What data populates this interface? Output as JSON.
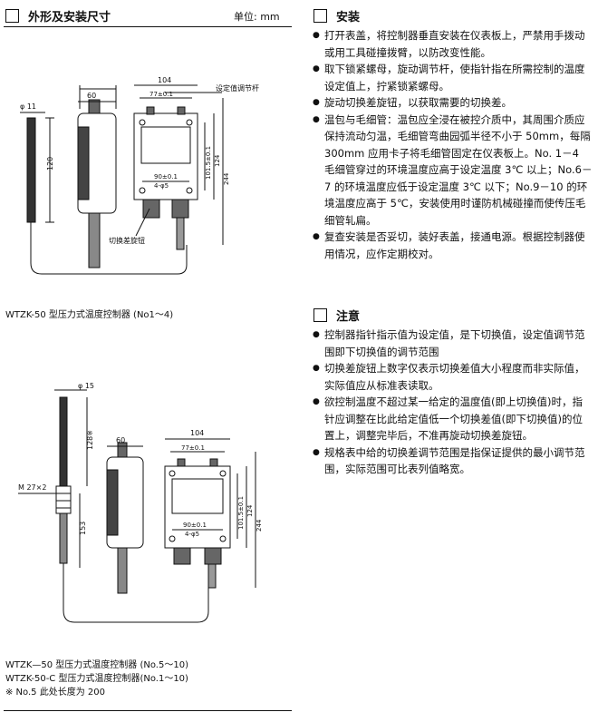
{
  "left": {
    "title": "外形及安装尺寸",
    "unit": "单位: mm",
    "fig1": {
      "caption": "WTZK-50 型压力式温度控制器 (No1～4)",
      "labels": {
        "phi": "φ 11",
        "bulb_len": "120",
        "w104": "104",
        "w60": "60",
        "w77": "77±0.1",
        "setting_rod": "设定值调节杆",
        "h1015": "101.5±0.1",
        "h124": "124",
        "h244": "244",
        "w90": "90±0.1",
        "holes": "4-φ5",
        "knob": "切换差旋钮"
      }
    },
    "fig2": {
      "caption_lines": [
        "WTZK—50 型压力式温度控制器 (No.5～10)",
        "WTZK-50-C 型压力式温度控制器(No.1～10)",
        "※ No.5 此处长度为 200"
      ],
      "labels": {
        "phi": "φ 15",
        "bulb_len": "128※",
        "thread": "M 27×2",
        "h153": "153",
        "w104": "104",
        "w60": "60",
        "w77": "77±0.1",
        "h1015": "101.5±0.1",
        "h124": "124",
        "h244": "244",
        "w90": "90±0.1",
        "holes": "4-φ5"
      }
    }
  },
  "right": {
    "install": {
      "title": "安装",
      "items": [
        "打开表盖，将控制器垂直安装在仪表板上，严禁用手拨动或用工具碰撞拨臂，以防改变性能。",
        "取下锁紧螺母，旋动调节杆，使指针指在所需控制的温度设定值上，拧紧锁紧螺母。",
        "旋动切换差旋钮，以获取需要的切换差。",
        "温包与毛细管：温包应全浸在被控介质中，其周围介质应保持流动匀温，毛细管弯曲园弧半径不小于 50mm，每隔 300mm 应用卡子将毛细管固定在仪表板上。No. 1－4 毛细管穿过的环境温度应高于设定温度 3℃ 以上；No.6－7 的环境温度应低于设定温度 3℃ 以下；No.9－10 的环境温度应高于 5℃，安装使用时谨防机械碰撞而使传压毛细管轧扁。",
        "复查安装是否妥切，装好表盖，接通电源。根据控制器使用情况，应作定期校对。"
      ]
    },
    "notes": {
      "title": "注意",
      "items": [
        "控制器指针指示值为设定值，是下切换值，设定值调节范围即下切换值的调节范围",
        "切换差旋钮上数字仅表示切换差值大小程度而非实际值，实际值应从标准表读取。",
        "欲控制温度不超过某一给定的温度值(即上切换值)时，指针应调整在比此给定值低一个切换差值(即下切换值)的位置上，调整完毕后，不准再旋动切换差旋钮。",
        "规格表中给的切换差调节范围是指保证提供的最小调节范围，实际范围可比表列值略宽。"
      ]
    }
  }
}
